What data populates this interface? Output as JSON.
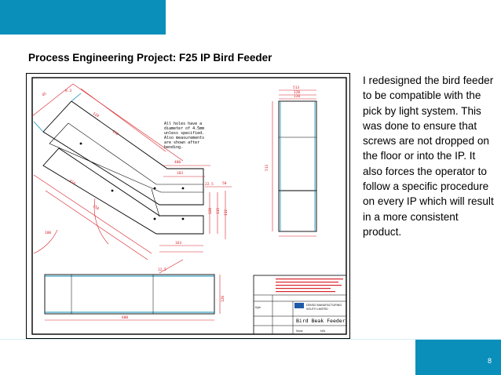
{
  "slide": {
    "title": "Process Engineering Project: F25 IP Bird Feeder",
    "body": "I redesigned the bird feeder to be compatible with the pick by light system. This was done to ensure that screws are not dropped on the floor or into the IP. It also forces the operator to follow a specific procedure on every IP which will result in a more consistent product.",
    "page_number": "8"
  },
  "colors": {
    "accent": "#0a8fbb",
    "dimension": "#d8232a",
    "line": "#000000"
  },
  "drawing": {
    "note_lines": [
      "All holes have a",
      "diameter of 4.5mm",
      "unless specified.",
      "Also measurements",
      "are shown after",
      "bending."
    ],
    "dims": {
      "a": "400",
      "b": "183",
      "c": "22.5",
      "d": "160",
      "e": "120",
      "f": "163",
      "g": "410",
      "h": "150",
      "i": "12.5",
      "j": "120",
      "k": "50",
      "l": "8.3",
      "m": "600",
      "n": "45",
      "o": "513",
      "p": "120",
      "q": "100",
      "r": "115",
      "s": "112",
      "t": "120"
    },
    "title_block": {
      "title": "Bird Beak Feeder",
      "company_1": "DENSO MANUFACTURING",
      "company_2": "SOUTH LIMITED",
      "drawn_by": "Kyle",
      "scale": "None",
      "sheet": "N/A"
    }
  }
}
